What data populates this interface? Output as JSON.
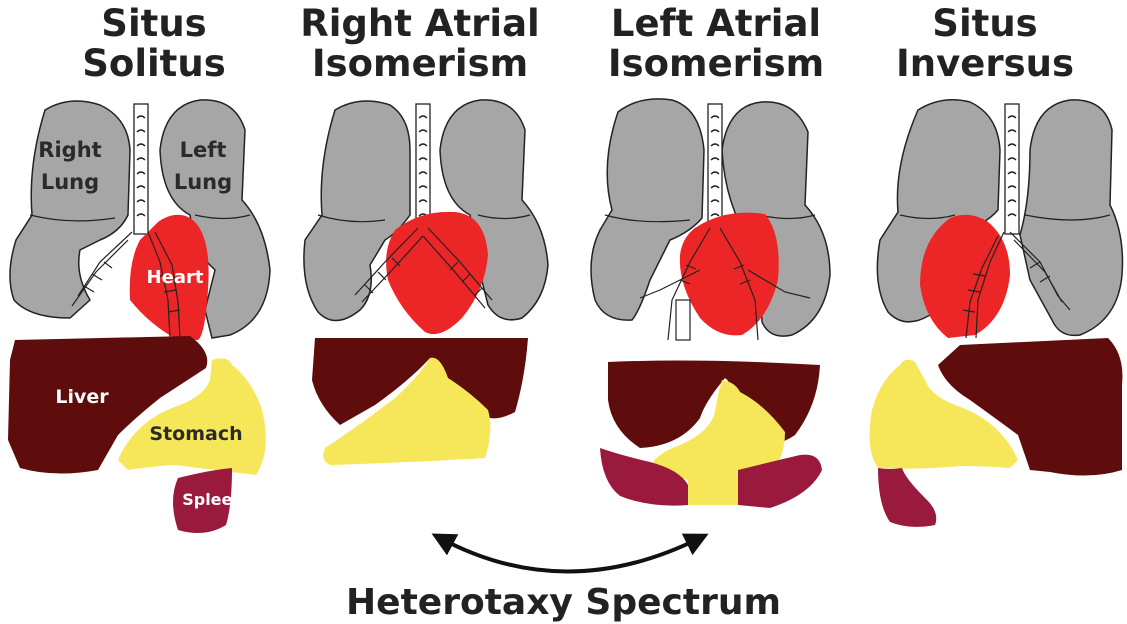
{
  "panels": [
    {
      "title_line1": "Situs",
      "title_line2": "Solitus"
    },
    {
      "title_line1": "Right Atrial",
      "title_line2": "Isomerism"
    },
    {
      "title_line1": "Left Atrial",
      "title_line2": "Isomerism"
    },
    {
      "title_line1": "Situs",
      "title_line2": "Inversus"
    }
  ],
  "organ_labels": {
    "right_lung": [
      "Right",
      "Lung"
    ],
    "left_lung": [
      "Left",
      "Lung"
    ],
    "heart": "Heart",
    "liver": "Liver",
    "stomach": "Stomach",
    "spleen": "Spleen"
  },
  "caption": "Heterotaxy Spectrum",
  "colors": {
    "lung": "#a6a6a6",
    "heart": "#ec2626",
    "liver": "#5e0c0c",
    "stomach": "#f6e75a",
    "spleen": "#991a3d"
  }
}
